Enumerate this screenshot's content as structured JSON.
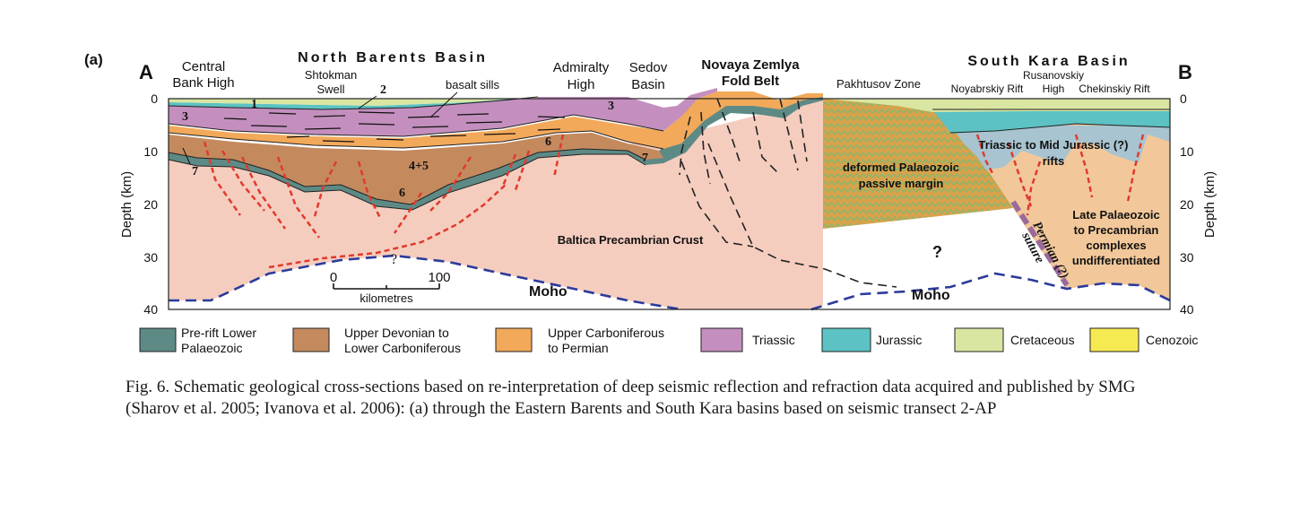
{
  "panel_label": "(a)",
  "section": {
    "start_label": "A",
    "end_label": "B",
    "top_labels": {
      "central_bank_high": [
        "Central",
        "Bank High"
      ],
      "north_barents_basin": "North Barents Basin",
      "shtokman_swell": [
        "Shtokman",
        "Swell"
      ],
      "basalt_sills": "basalt sills",
      "admiralty_high": [
        "Admiralty",
        "High"
      ],
      "sedov_basin": [
        "Sedov",
        "Basin"
      ],
      "novaya_zemlya": [
        "Novaya Zemlya",
        "Fold Belt"
      ],
      "pakhtusov_zone": "Pakhtusov Zone",
      "south_kara_basin": "South Kara Basin",
      "noyabrskiy_rift": "Noyabrskiy Rift",
      "rusanovskiy_high": [
        "Rusanovskiy",
        "High"
      ],
      "chekinskiy_rift": "Chekinskiy Rift"
    },
    "in_section_labels": {
      "deformed_margin": [
        "deformed Palaeozoic",
        "passive margin"
      ],
      "triassic_rifts": [
        "Triassic to Mid Jurassic (?)",
        "rifts"
      ],
      "late_palaeozoic": [
        "Late Palaeozoic",
        "to Precambrian",
        "complexes",
        "undifferentiated"
      ],
      "baltica": "Baltica Precambrian Crust",
      "moho_left": "Moho",
      "moho_right": "Moho",
      "permian_suture": [
        "Permian (?)",
        "suture"
      ],
      "question_marks": [
        "?",
        "?"
      ]
    },
    "unit_numbers": [
      "1",
      "2",
      "3",
      "3",
      "4+5",
      "6",
      "6",
      "7",
      "7"
    ],
    "depth_axis": {
      "label": "Depth (km)",
      "ticks": [
        "0",
        "10",
        "20",
        "30",
        "40"
      ]
    },
    "scale_bar": {
      "start": "0",
      "end": "100",
      "unit": "kilometres"
    }
  },
  "legend": [
    {
      "label": [
        "Pre-rift Lower",
        "Palaeozoic"
      ],
      "color": "#5e8a86"
    },
    {
      "label": [
        "Upper Devonian to",
        "Lower Carboniferous"
      ],
      "color": "#c48a5e"
    },
    {
      "label": [
        "Upper Carboniferous",
        "to Permian"
      ],
      "color": "#f2a95a"
    },
    {
      "label": [
        "Triassic"
      ],
      "color": "#c48fbf"
    },
    {
      "label": [
        "Jurassic"
      ],
      "color": "#5cc2c3"
    },
    {
      "label": [
        "Cretaceous"
      ],
      "color": "#d9e6a2"
    },
    {
      "label": [
        "Cenozoic"
      ],
      "color": "#f6ea52"
    }
  ],
  "colors": {
    "crust": "#f5cdbf",
    "late_palaeozoic": "#f2c89a",
    "rift_fill": "#a8c4d0",
    "deformed_margin": "#d9a24a",
    "deformed_zigzag": "#8fb56a",
    "fault": "#e03a2c",
    "moho": "#2c3b9a",
    "suture": "#9a6a9a"
  },
  "caption": "Fig. 6. Schematic geological cross-sections based on re-interpretation of deep seismic reflection and refraction data acquired and published by SMG (Sharov et al. 2005; Ivanova et al. 2006): (a) through the Eastern Barents and South Kara basins based on seismic transect 2-AP"
}
